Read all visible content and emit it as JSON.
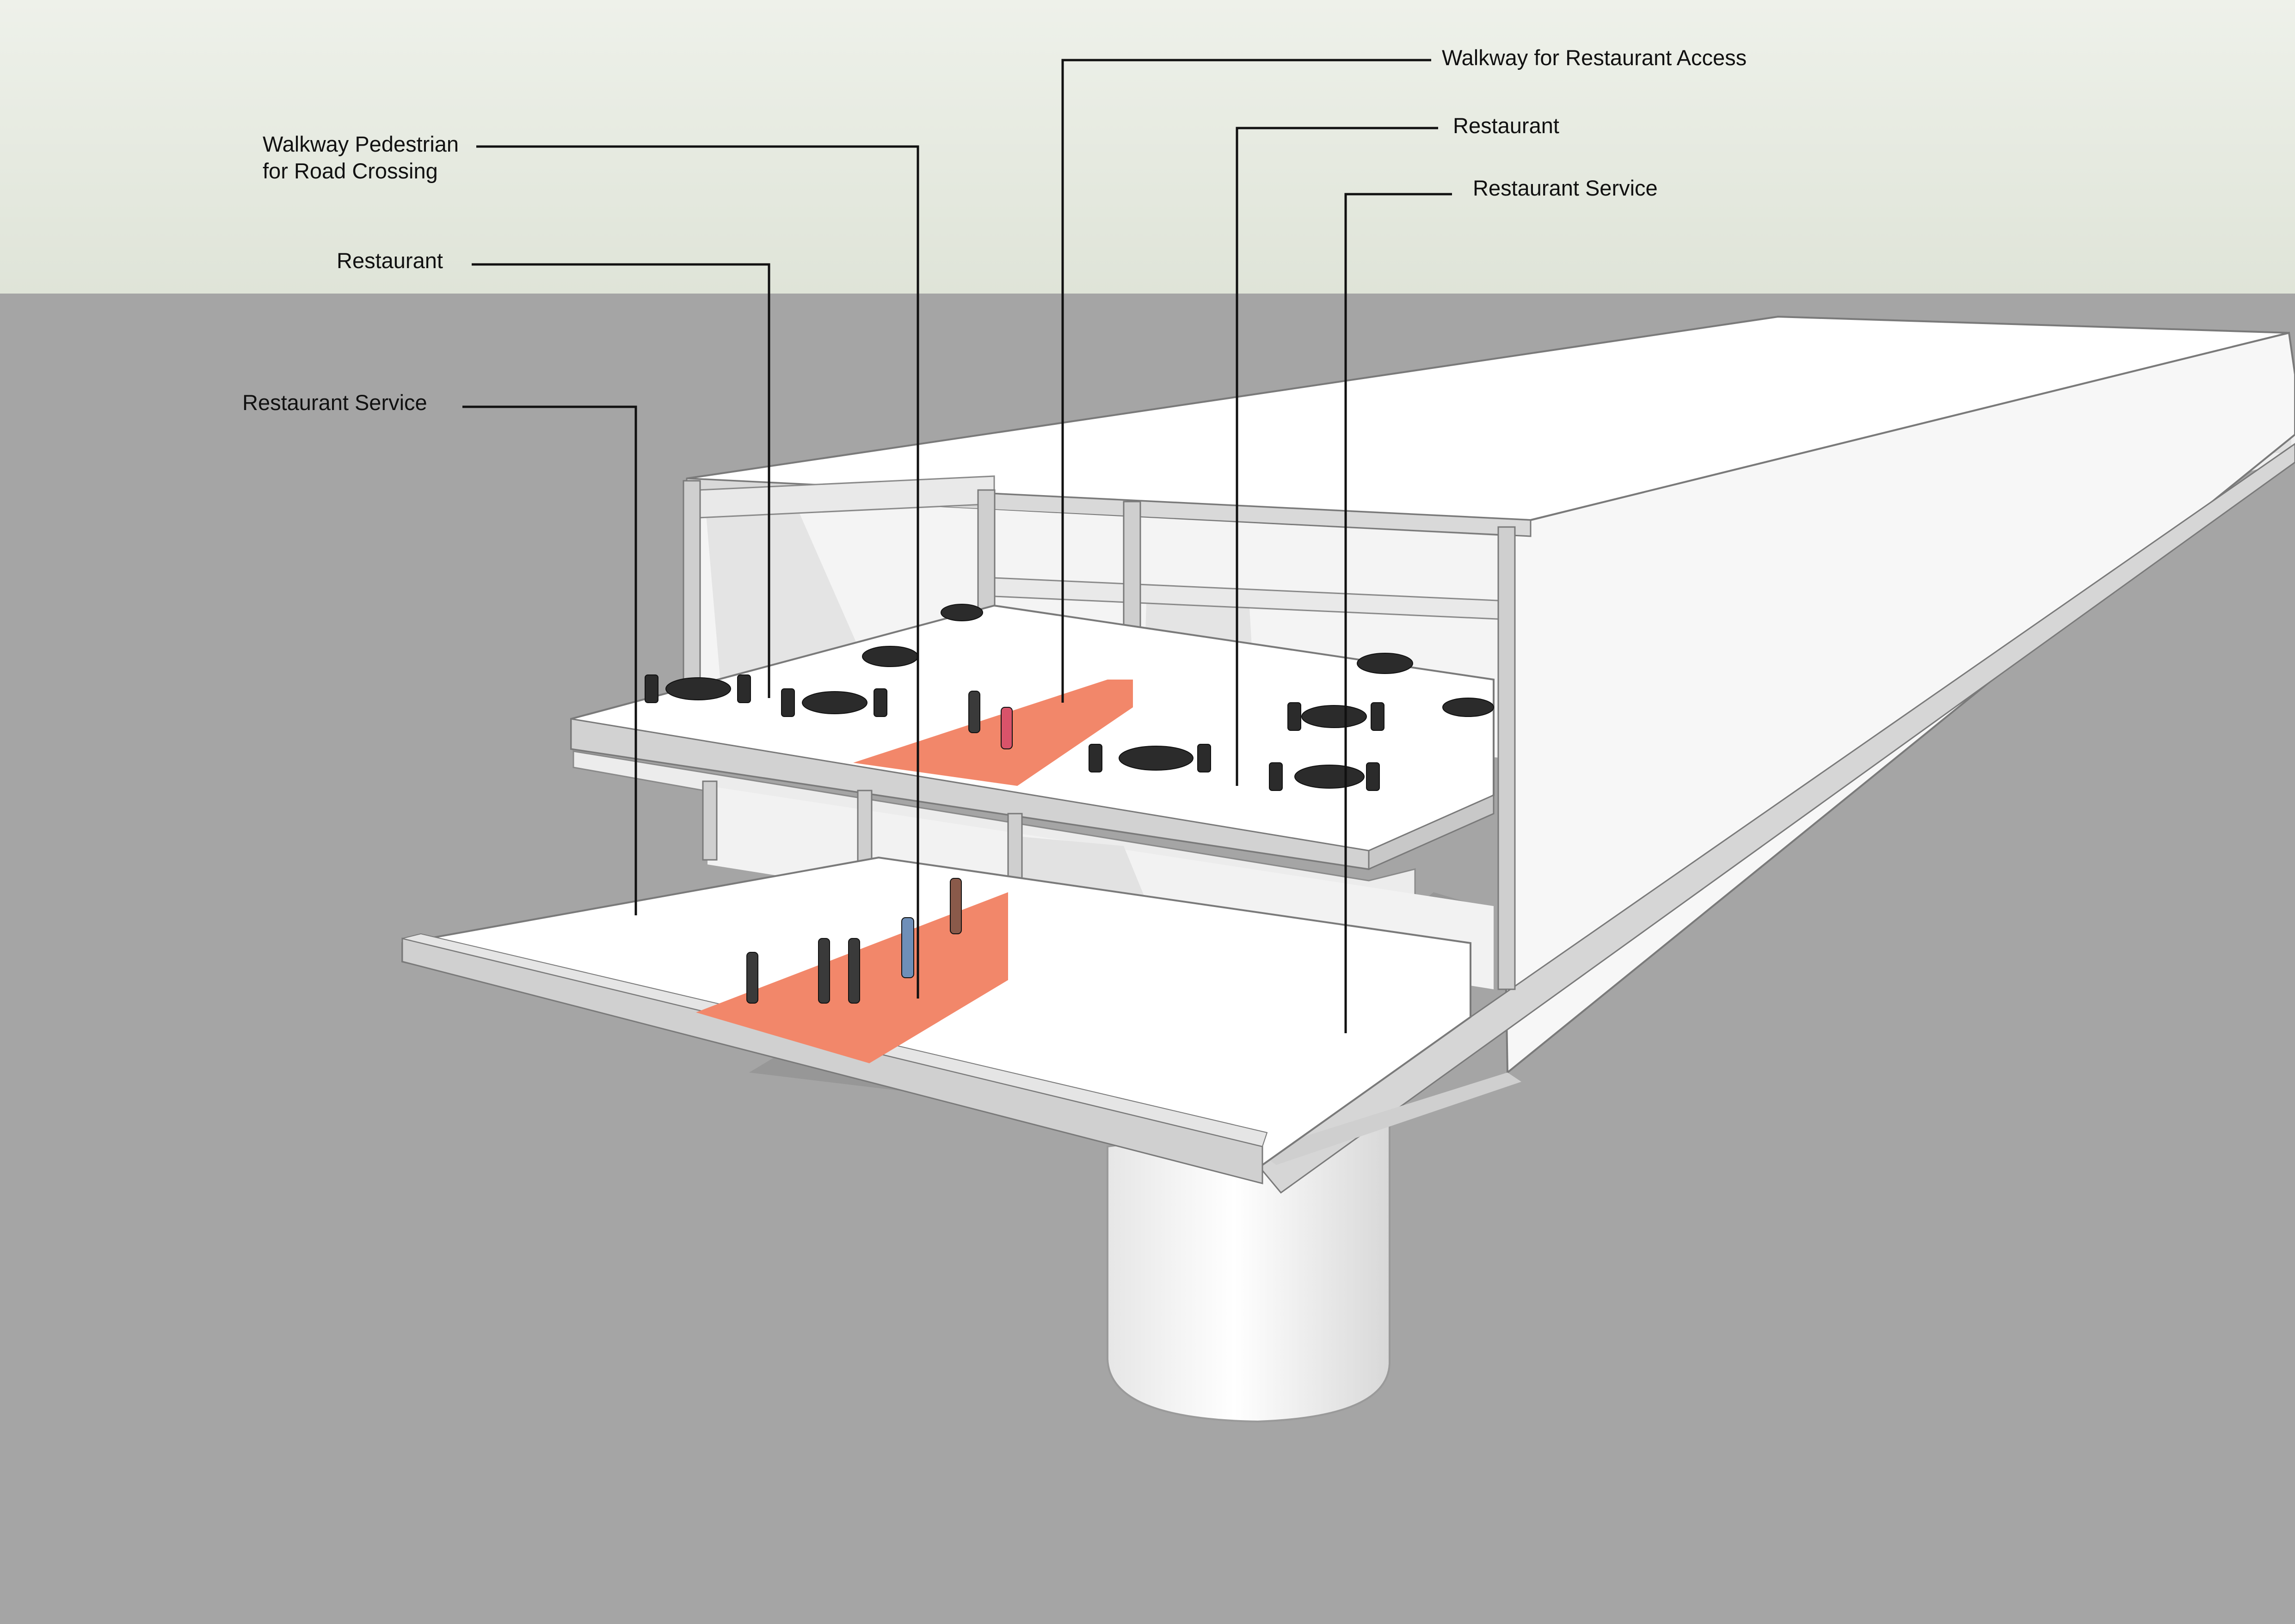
{
  "labels": {
    "walkway_pedestrian": [
      "Walkway Pedestrian",
      "for Road Crossing"
    ],
    "restaurant_left": "Restaurant",
    "restaurant_service_left": "Restaurant Service",
    "walkway_restaurant_access": "Walkway for Restaurant Access",
    "restaurant_right": "Restaurant",
    "restaurant_service_right": "Restaurant Service"
  },
  "colors": {
    "sky": "#e2e6db",
    "ground": "#a5a5a5",
    "structure": "#ffffff",
    "structure_shadow": "#d9d9d9",
    "frame": "#bdbdbd",
    "walkway": "#f2876a",
    "furniture": "#2b2b2b",
    "leader_line": "#111111"
  }
}
